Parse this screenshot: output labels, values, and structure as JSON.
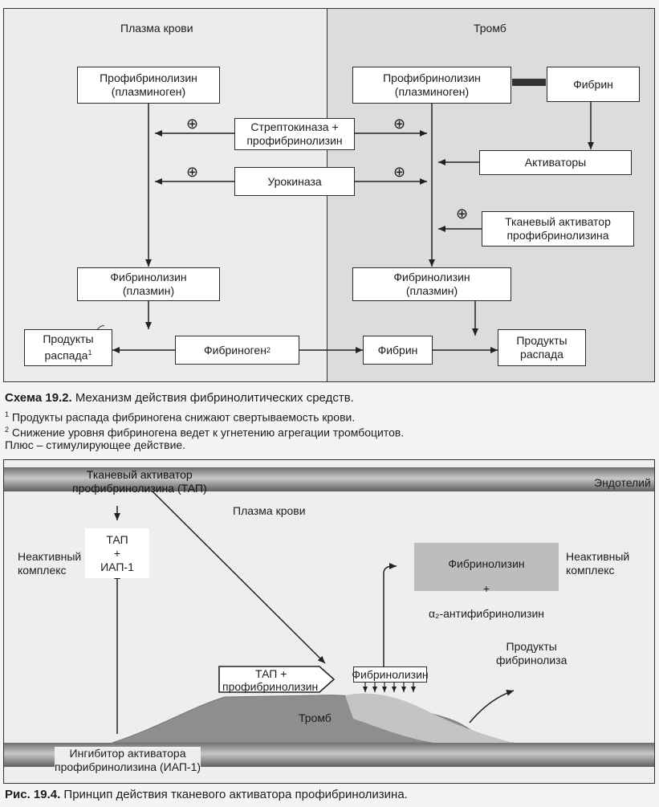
{
  "scheme": {
    "left_header": "Плазма крови",
    "right_header": "Тромб",
    "left_profibrinolysin": "Профибринолизин\n(плазминоген)",
    "right_profibrinolysin": "Профибринолизин\n(плазминоген)",
    "fibrin_top": "Фибрин",
    "streptokinase": "Стрептокиназа +\nпрофибринолизин",
    "urokinase": "Урокиназа",
    "activators": "Активаторы",
    "tissue_activator": "Тканевый активатор\nпрофибринолизина",
    "left_fibrinolysin": "Фибринолизин\n(плазмин)",
    "right_fibrinolysin": "Фибринолизин\n(плазмин)",
    "degradation_left": "Продукты\nраспада",
    "degradation_left_sup": "1",
    "fibrinogen": "Фибриноген",
    "fibrinogen_sup": "2",
    "fibrin_bottom": "Фибрин",
    "degradation_right": "Продукты\nраспада",
    "plus": "⊕"
  },
  "caption1": {
    "label": "Схема 19.2.",
    "title": " Механизм действия фибринолитических средств.",
    "note1_num": "1",
    "note1": " Продукты распада фибриногена снижают свертываемость крови.",
    "note2_num": "2",
    "note2": " Снижение уровня фибриногена ведет к угнетению агрегации тромбоцитов.",
    "note3": "Плюс – стимулирующее действие."
  },
  "figure": {
    "tap_label": "Тканевый активатор\nпрофибринолизина (ТАП)",
    "endothelium": "Эндотелий",
    "plasma": "Плазма крови",
    "inactive_left": "Неактивный\nкомплекс",
    "tap_iap": "ТАП\n+\nИАП-1",
    "fibrinolysin_complex_line1": "Фибринолизин",
    "fibrinolysin_complex_line2": "+",
    "fibrinolysin_complex_line3": "α₂-антифибринолизин",
    "inactive_right": "Неактивный\nкомплекс",
    "lysis_products": "Продукты\nфибринолиза",
    "tap_plus": "ТАП +",
    "profibrinolysin": "профибринолизин",
    "fibrinolysin": "Фибринолизин",
    "thrombus": "Тромб",
    "inhibitor": "Ингибитор активатора\nпрофибринолизина (ИАП-1)"
  },
  "caption2": {
    "label": "Рис. 19.4.",
    "title": " Принцип действия тканевого активатора профибринолизина."
  }
}
